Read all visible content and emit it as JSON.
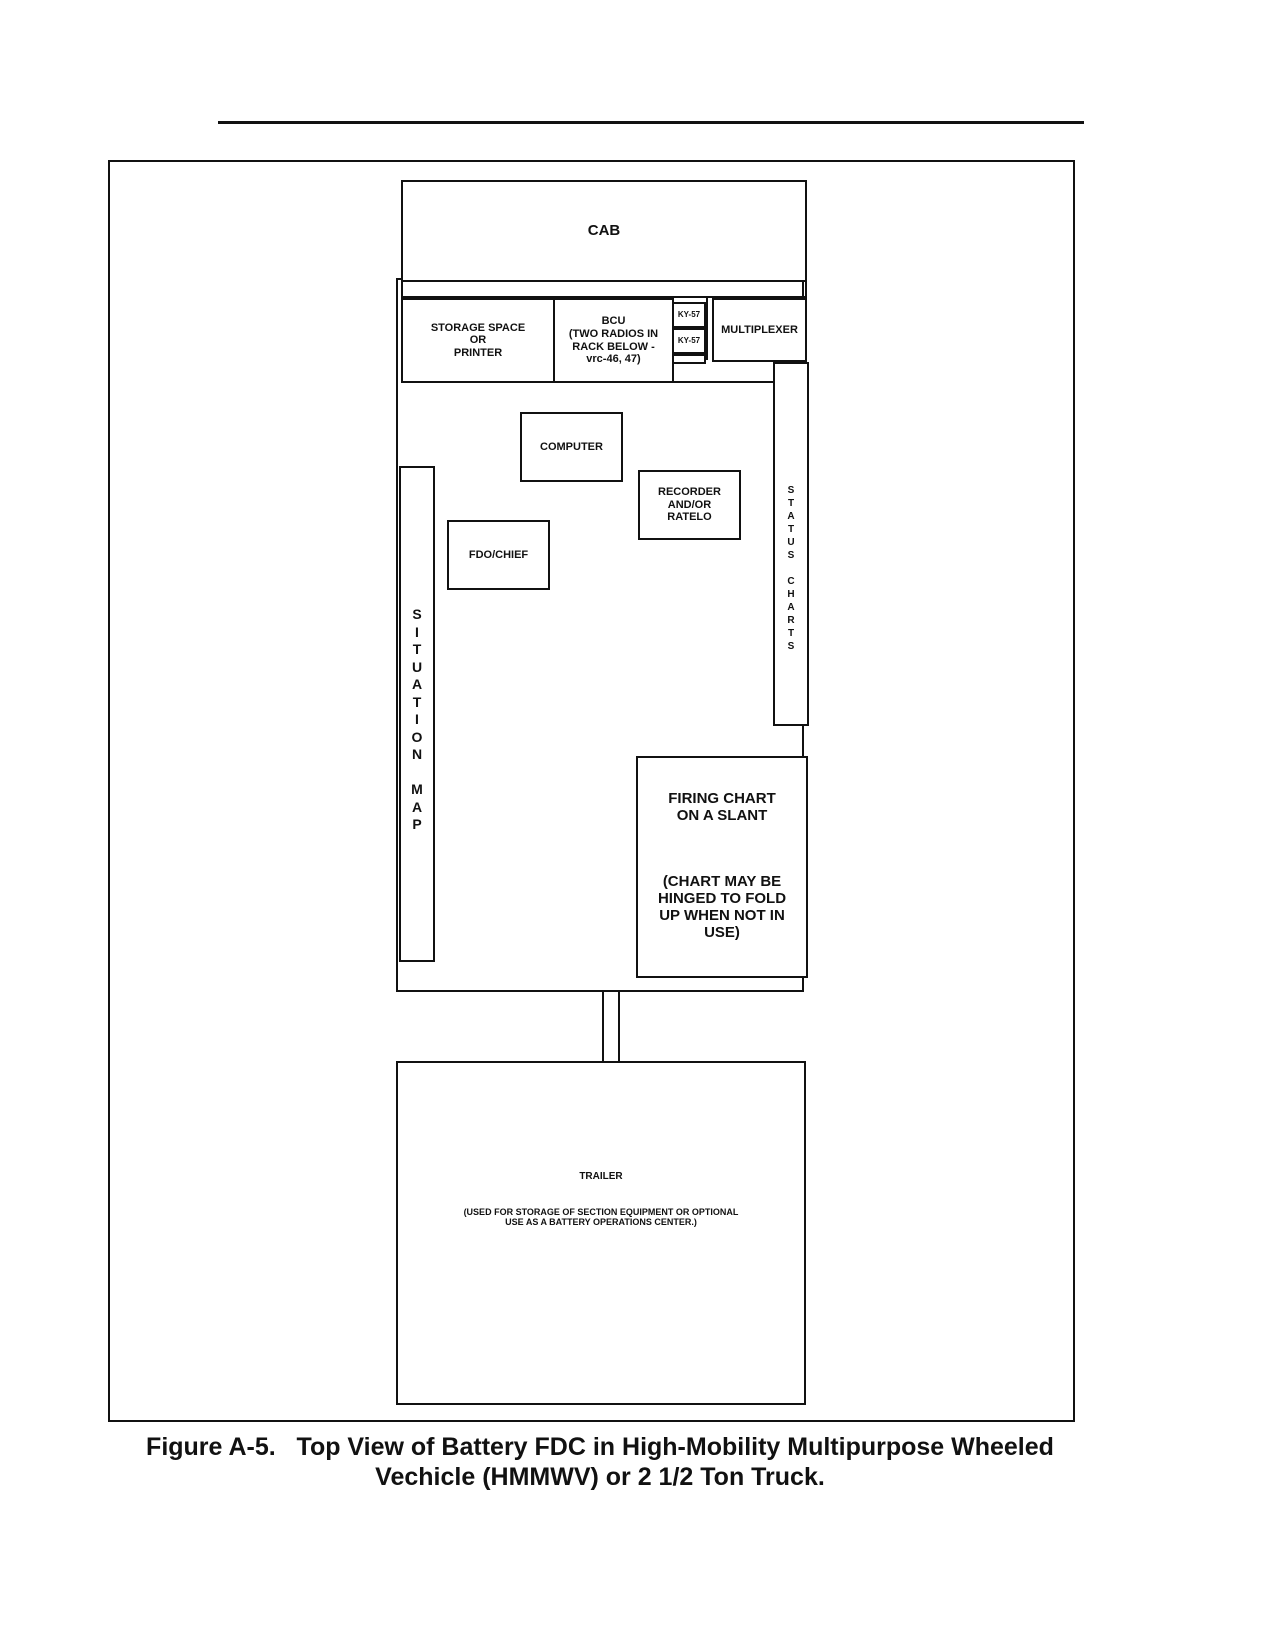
{
  "diagram": {
    "cab": "CAB",
    "storage": [
      "STORAGE SPACE",
      "OR",
      "PRINTER"
    ],
    "bcu": [
      "BCU",
      "(TWO RADIOS IN",
      "RACK BELOW -",
      "vrc-46, 47)"
    ],
    "ky57_top": "KY-57",
    "ky57_bottom": "KY-57",
    "multiplexer": "MULTIPLEXER",
    "computer": "COMPUTER",
    "recorder": [
      "RECORDER",
      "AND/OR",
      "RATELO"
    ],
    "fdo_chief": "FDO/CHIEF",
    "situation_map": "SITUATION MAP",
    "status_charts": "STATUS CHARTS",
    "firing_chart_title": [
      "FIRING CHART",
      "ON A SLANT"
    ],
    "firing_chart_note": [
      "(CHART MAY BE",
      "HINGED TO FOLD",
      "UP WHEN NOT IN",
      "USE)"
    ],
    "trailer": "TRAILER",
    "trailer_note": [
      "(USED FOR STORAGE OF SECTION EQUIPMENT OR OPTIONAL",
      "USE AS A BATTERY OPERATIONS CENTER.)"
    ]
  },
  "caption": {
    "line1": "Figure A-5.   Top View of Battery FDC in High-Mobility Multipurpose Wheeled",
    "line2": "Vechicle (HMMWV) or 2 1/2 Ton Truck."
  }
}
